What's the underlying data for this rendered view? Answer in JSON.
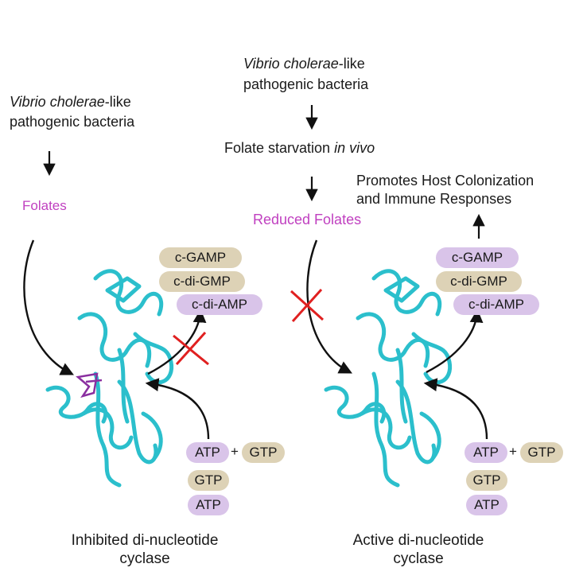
{
  "colors": {
    "folate": "#c040c0",
    "pill_purple": "#d9c4e9",
    "pill_tan": "#ddd2b6",
    "protein": "#2bbfcc",
    "inhibit_x": "#e02020",
    "ligand": "#8a2fa0"
  },
  "left": {
    "bacteria_italic": "Vibrio cholerae",
    "bacteria_suffix": "-like",
    "bacteria_line2": "pathogenic bacteria",
    "folates": "Folates",
    "products": [
      "c-GAMP",
      "c-di-GMP",
      "c-di-AMP"
    ],
    "atp": "ATP",
    "plus": "+",
    "gtp": "GTP",
    "gtp_single": "GTP",
    "atp_single": "ATP",
    "caption_line1": "Inhibited di-nucleotide",
    "caption_line2": "cyclase"
  },
  "right": {
    "bacteria_italic": "Vibrio cholerae",
    "bacteria_suffix": "-like",
    "bacteria_line2": "pathogenic bacteria",
    "starvation_prefix": "Folate starvation ",
    "starvation_italic": "in vivo",
    "reduced_folates": "Reduced Folates",
    "outcome_line1": "Promotes Host Colonization",
    "outcome_line2": "and Immune Responses",
    "products": [
      "c-GAMP",
      "c-di-GMP",
      "c-di-AMP"
    ],
    "atp": "ATP",
    "plus": "+",
    "gtp": "GTP",
    "gtp_single": "GTP",
    "atp_single": "ATP",
    "caption_line1": "Active di-nucleotide",
    "caption_line2": "cyclase"
  }
}
